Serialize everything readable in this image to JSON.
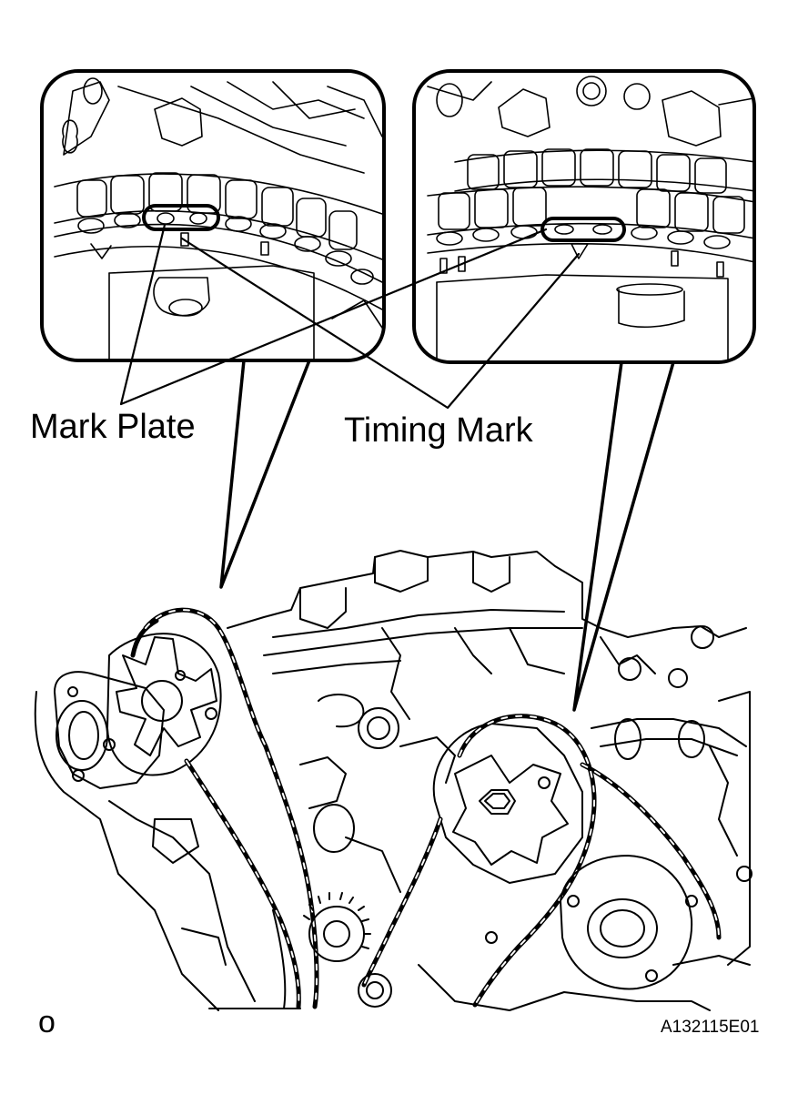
{
  "labels": {
    "mark_plate": "Mark Plate",
    "timing_mark": "Timing Mark",
    "view_marker": "o",
    "figure_id": "A132115E01"
  },
  "colors": {
    "line": "#000000",
    "background": "#ffffff"
  }
}
